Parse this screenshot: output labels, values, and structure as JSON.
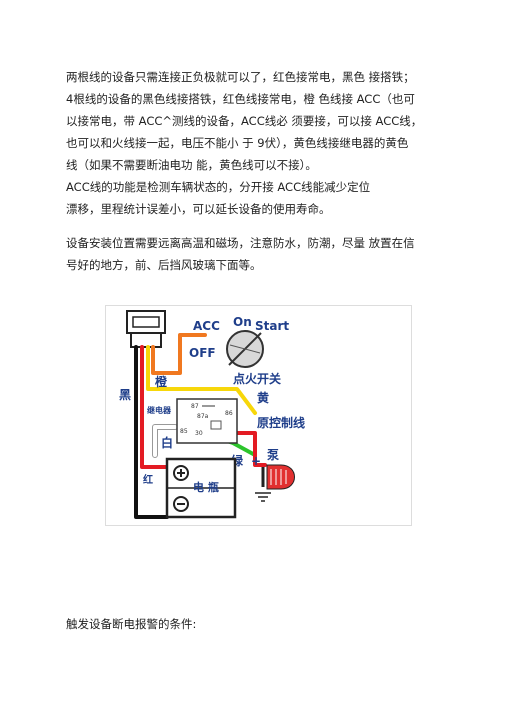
{
  "paragraphs": [
    {
      "lines": [
        "两根线的设备只需连接正负极就可以了，红色接常电，黑色 接搭铁；",
        "4根线的设备的黑色线接搭铁，红色线接常电，橙 色线接 ACC（也可",
        "以接常电，带 ACC^测线的设备，ACC线必 须要接，可以接 ACC线，",
        "也可以和火线接一起，电压不能小 于 9伏），黄色线接继电器的黄色",
        "线（如果不需要断油电功 能，黄色线可以不接）。"
      ]
    },
    {
      "lines": [
        "ACC线的功能是检测车辆状态的，分开接          ACC线能减少定位",
        "漂移，里程统计误差小，可以延长设备的使用寿命。"
      ]
    },
    {
      "lines": [
        "设备安装位置需要远离高温和磁场，注意防水，防潮，尽量 放置在信",
        "号好的地方，前、后挡风玻璃下面等。"
      ]
    }
  ],
  "diagram": {
    "switch_labels": {
      "acc": "ACC",
      "on": "On",
      "start": "Start",
      "off": "OFF"
    },
    "ignition_label": "点火开关",
    "relay_label": "继电器",
    "relay_pins": {
      "p87": "87",
      "p87a": "87a",
      "p86": "86",
      "p85": "85",
      "p30": "30"
    },
    "wire_labels": {
      "orange": "橙",
      "yellow": "黄",
      "black": "黑",
      "white": "白",
      "red": "红",
      "green": "绿"
    },
    "original_control": "原控制线",
    "pump_label": "泵",
    "battery_label": "电  瓶",
    "plus": "+",
    "minus": "-",
    "colors": {
      "red": "#e31b23",
      "black": "#111111",
      "orange": "#f07820",
      "yellow": "#f7d70a",
      "white": "#ffffff",
      "green": "#2cc42c",
      "label_blue": "#1f3e8a",
      "pump_red": "#e23030"
    }
  },
  "footer": {
    "text": "触发设备断电报警的条件:"
  }
}
